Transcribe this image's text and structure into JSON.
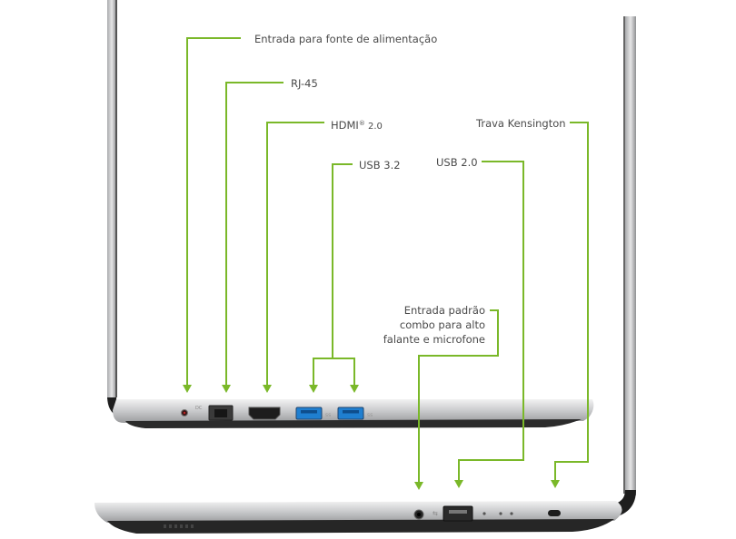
{
  "accent_color": "#7ab829",
  "ports_left": [
    {
      "label": "Entrada para fonte de alimentação"
    },
    {
      "label": "RJ-45"
    },
    {
      "label": "HDMI",
      "sup": "®",
      "suffix": " 2.0"
    },
    {
      "label": "USB 3.2"
    }
  ],
  "ports_right": [
    {
      "label": "Trava Kensington"
    },
    {
      "label": "USB 2.0"
    },
    {
      "lines": [
        "Entrada padrão",
        "combo para alto",
        "falante e microfone"
      ]
    }
  ]
}
